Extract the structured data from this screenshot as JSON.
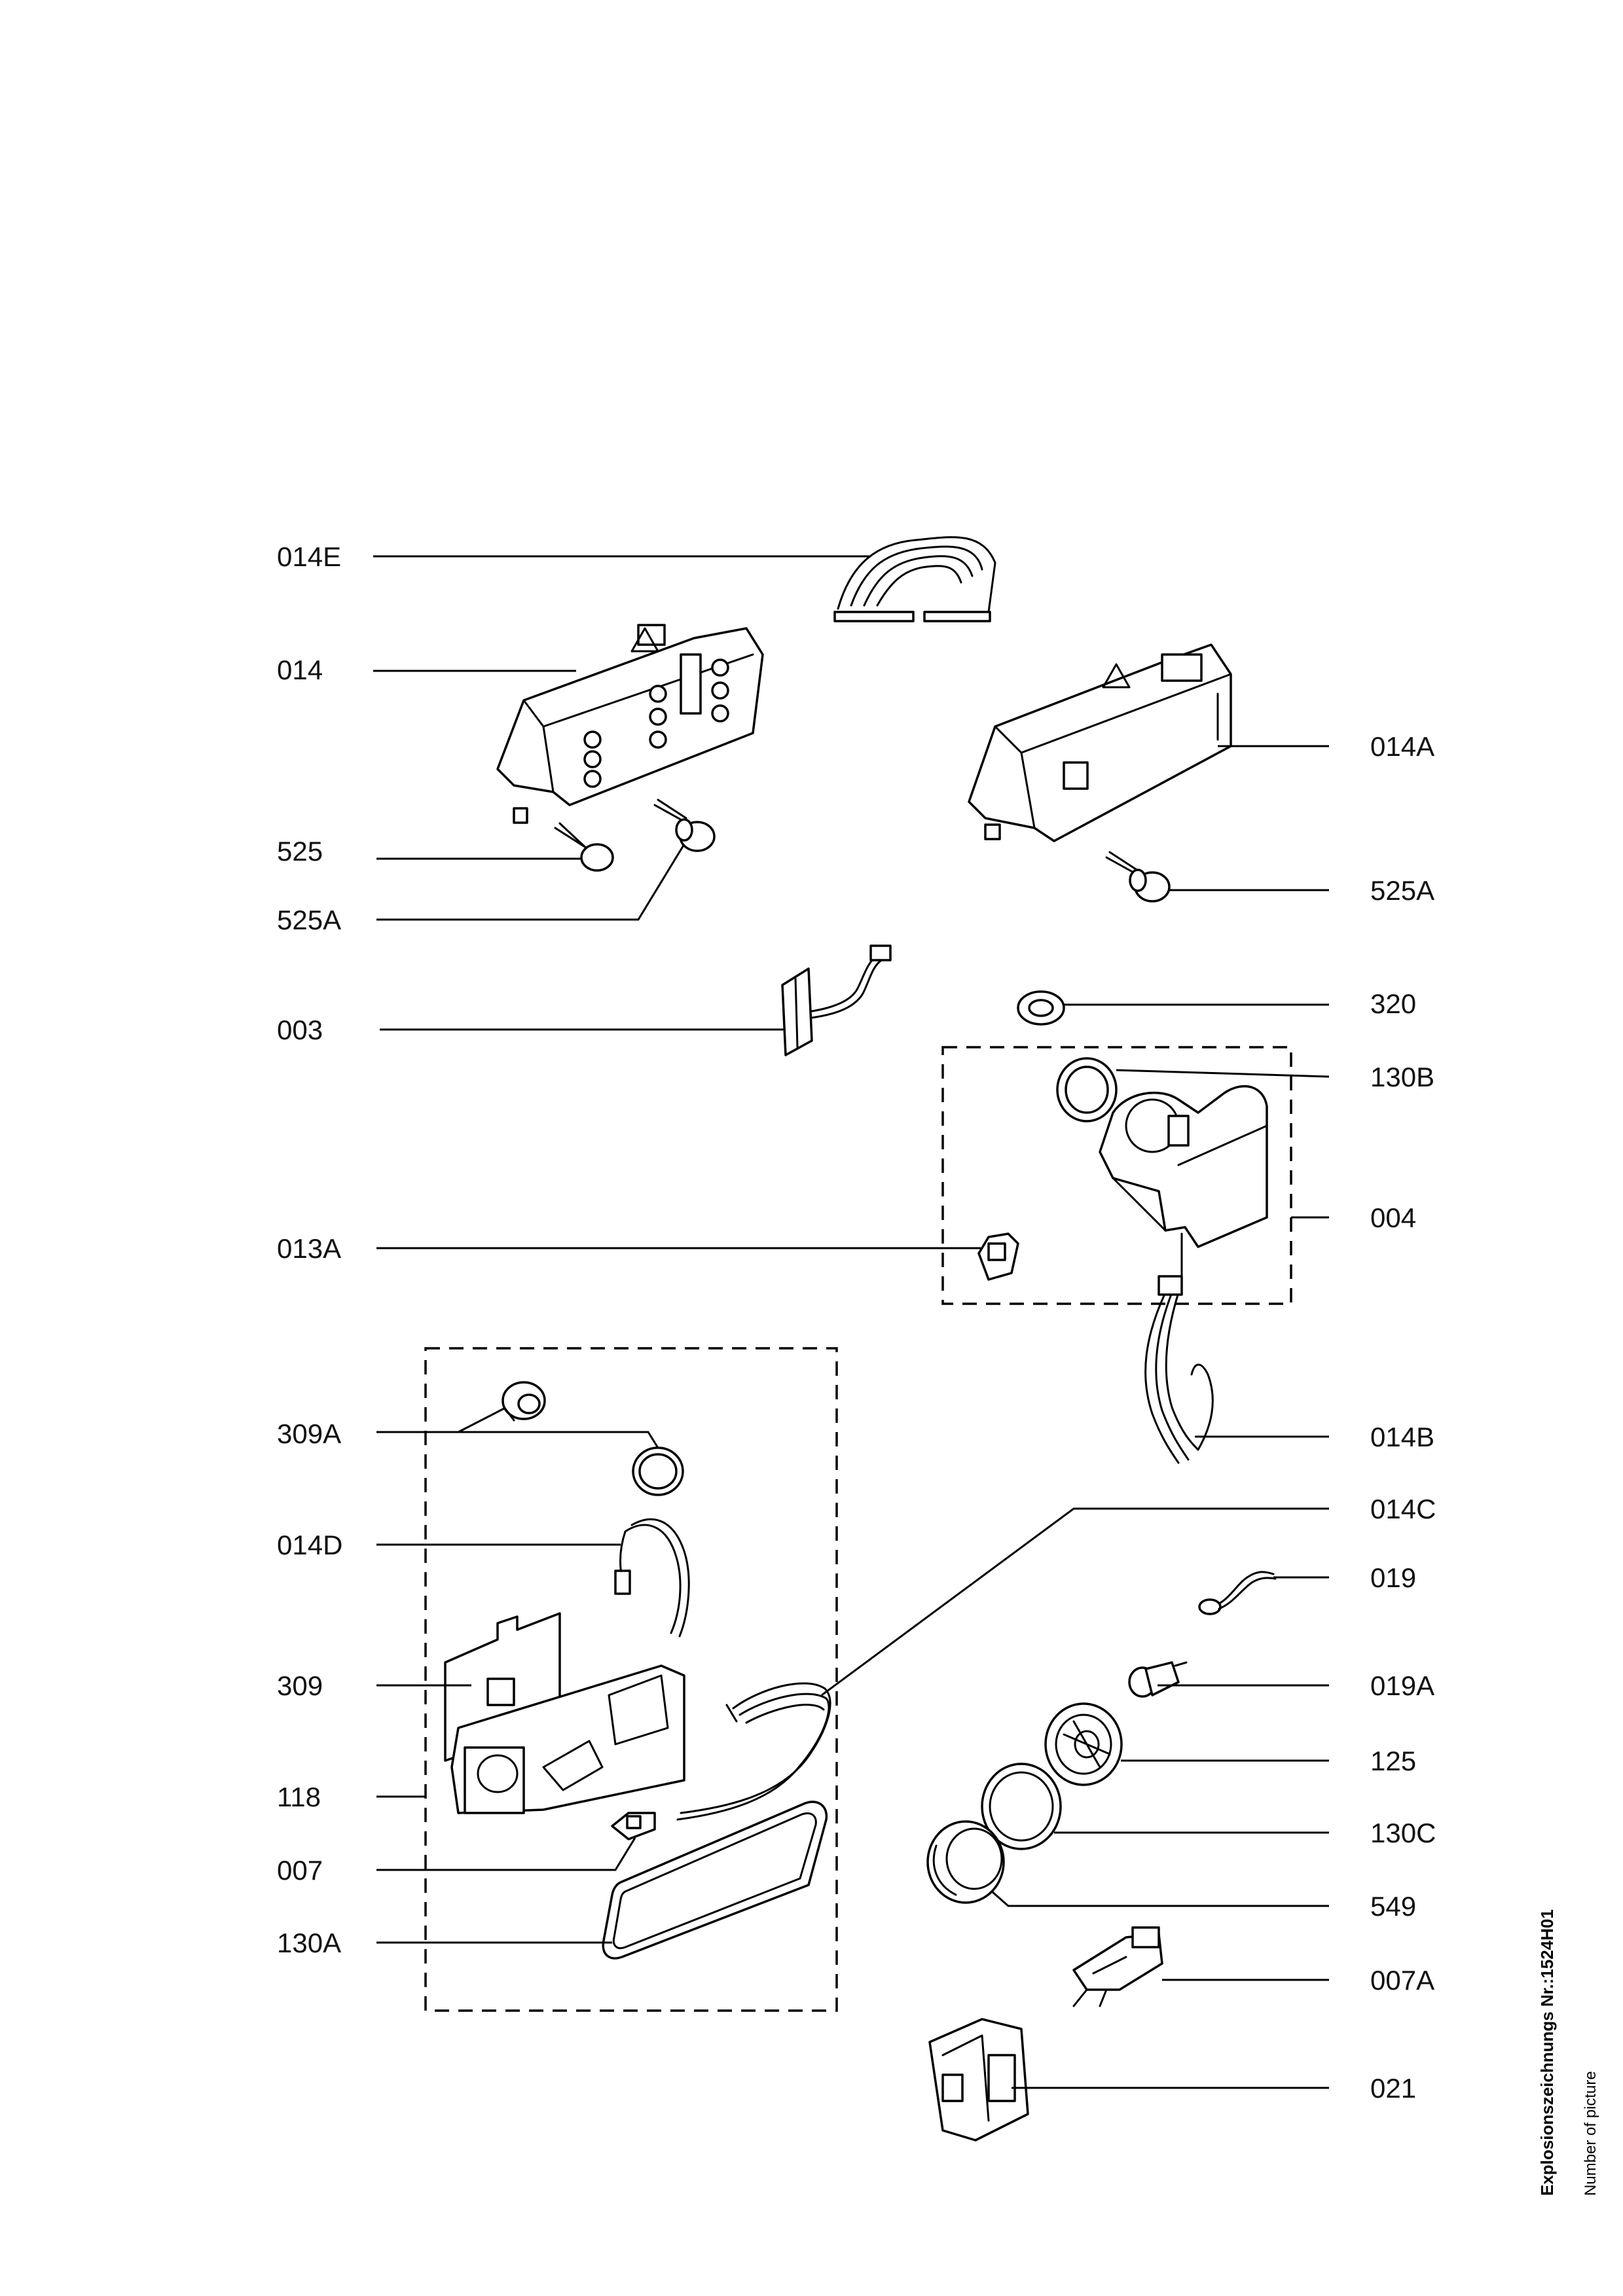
{
  "diagram": {
    "labels": {
      "p014E": "014E",
      "p014": "014",
      "p014A": "014A",
      "p525": "525",
      "p525A_left": "525A",
      "p525A_right": "525A",
      "p003": "003",
      "p320": "320",
      "p130B": "130B",
      "p004": "004",
      "p013A": "013A",
      "p309A": "309A",
      "p014B": "014B",
      "p014C": "014C",
      "p014D": "014D",
      "p019": "019",
      "p309": "309",
      "p019A": "019A",
      "p125": "125",
      "p118": "118",
      "p130C": "130C",
      "p007": "007",
      "p549": "549",
      "p130A": "130A",
      "p007A": "007A",
      "p021": "021"
    },
    "side_note": {
      "title": "Explosionszeichnungs Nr.:1524H01",
      "subtitle": "Number of picture"
    }
  }
}
